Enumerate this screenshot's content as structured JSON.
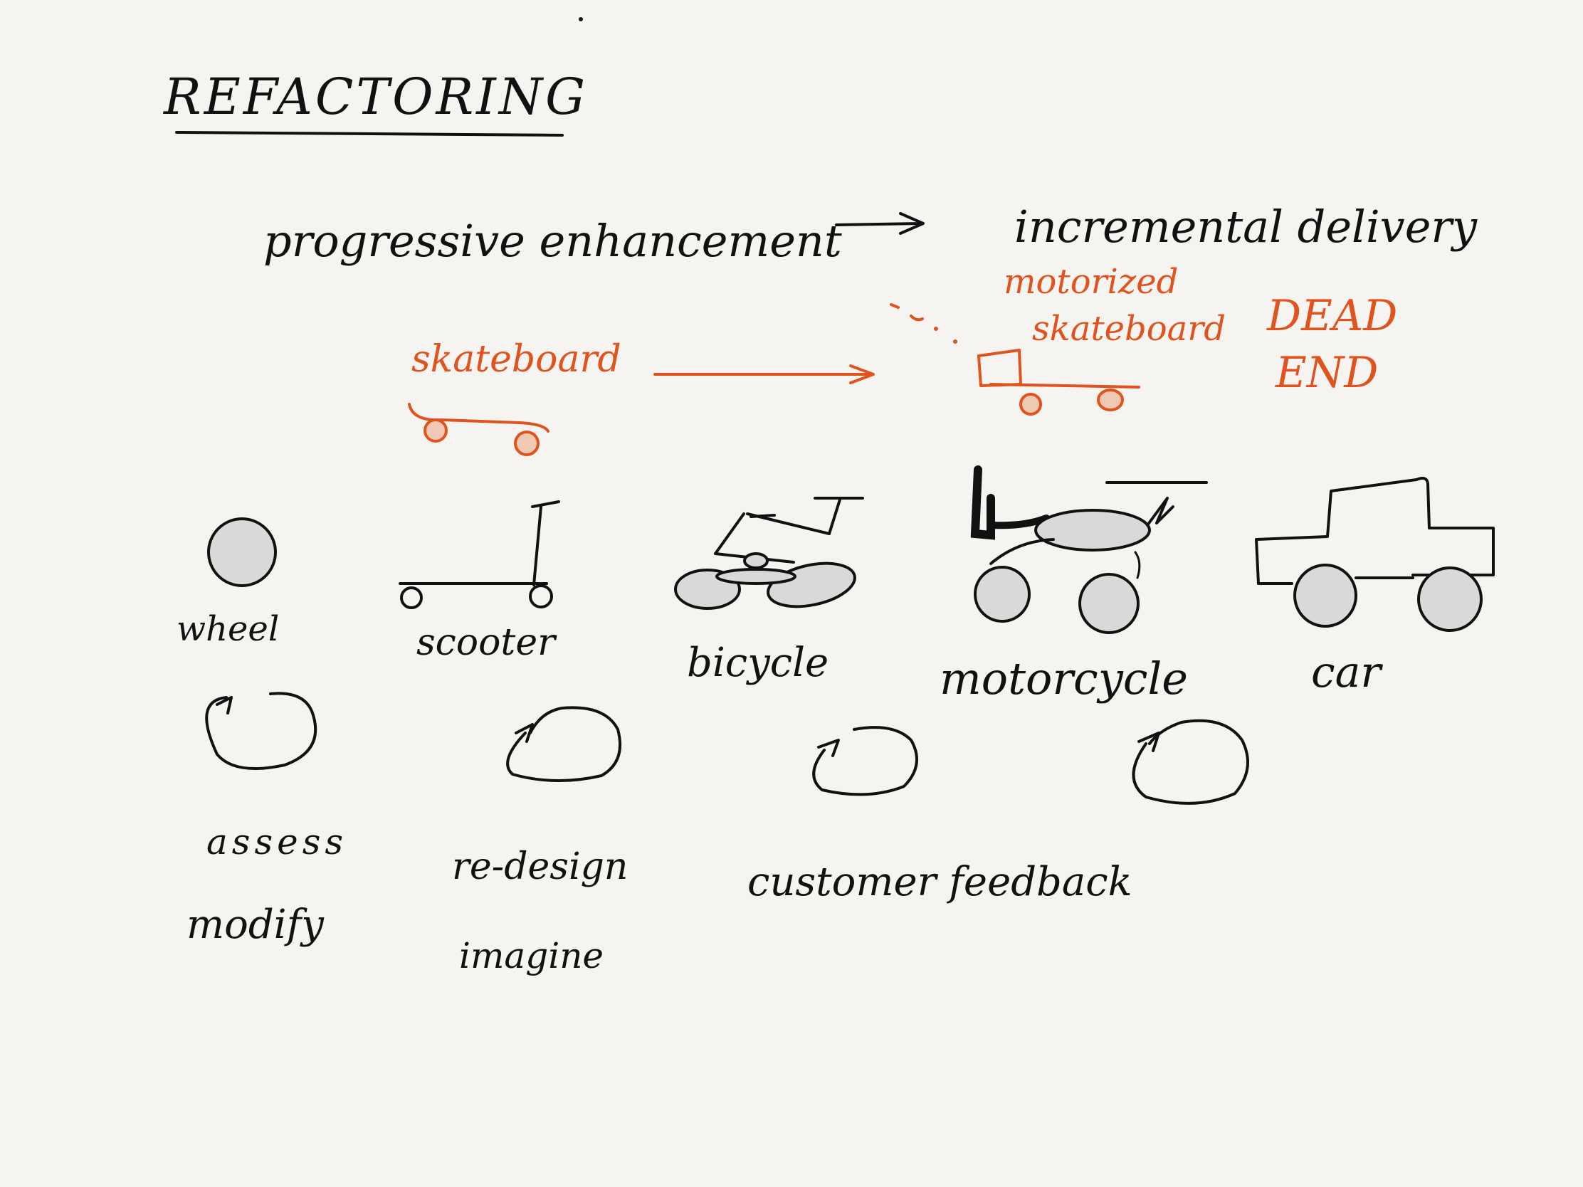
{
  "title": "REFACTORING",
  "concept_from": "progressive enhancement",
  "concept_to": "incremental delivery",
  "skateboard_label": "skateboard",
  "motorized_label_line1": "motorized",
  "motorized_label_line2": "skateboard",
  "dead_end_line1": "DEAD",
  "dead_end_line2": "END",
  "vehicles": {
    "wheel": "wheel",
    "scooter": "scooter",
    "bicycle": "bicycle",
    "motorcycle": "motorcycle",
    "car": "car"
  },
  "loop_labels": {
    "assess": "assess",
    "modify": "modify",
    "redesign": "re-design",
    "imagine": "imagine",
    "customer_feedback": "customer feedback"
  },
  "colors": {
    "ink": "#111111",
    "accent": "#e0531e",
    "background": "#f5f4f0"
  }
}
